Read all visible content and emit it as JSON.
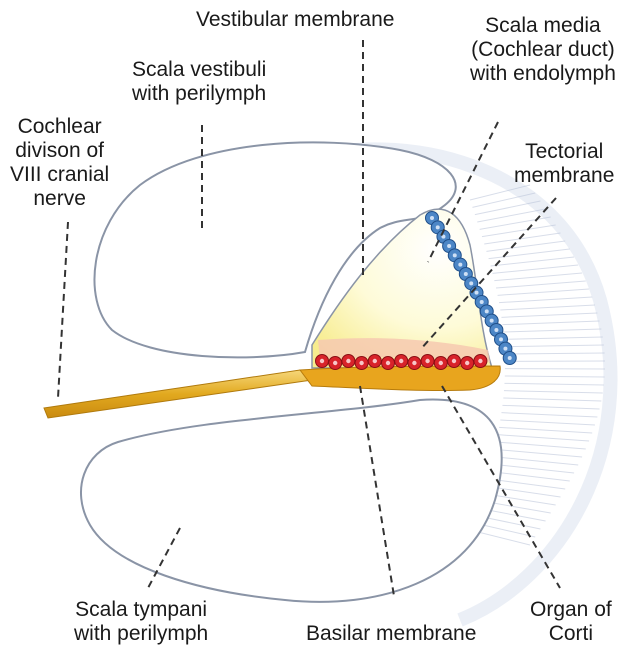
{
  "labels": {
    "vestibular_membrane": [
      "Vestibular membrane"
    ],
    "scala_media": [
      "Scala media",
      "(Cochlear duct)",
      "with endolymph"
    ],
    "scala_vestibuli": [
      "Scala vestibuli",
      "with perilymph"
    ],
    "cochlear_nerve": [
      "Cochlear",
      "divison of",
      "VIII cranial",
      "nerve"
    ],
    "tectorial_membrane": [
      "Tectorial",
      "membrane"
    ],
    "scala_tympani": [
      "Scala tympani",
      "with perilymph"
    ],
    "basilar_membrane": [
      "Basilar membrane"
    ],
    "organ_of_corti": [
      "Organ of",
      "Corti"
    ]
  },
  "colors": {
    "chamber_fill": "#ffffff",
    "chamber_outline": "#8a94a6",
    "duct_fill": "#fdf7b8",
    "nerve": "#e7b32a",
    "hair_cells": "#d8232a",
    "stria_cells": "#4c86c6",
    "lead_lines": "#333333"
  }
}
